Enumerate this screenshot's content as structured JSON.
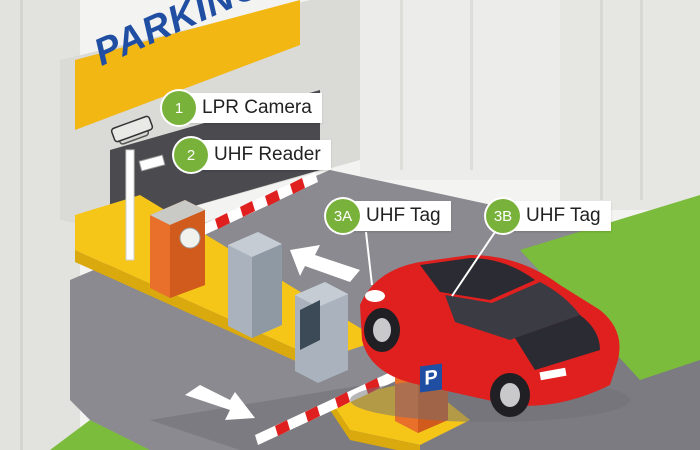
{
  "sign": {
    "text": "PARKING"
  },
  "pay_station": {
    "symbol": "P"
  },
  "callouts": [
    {
      "number": "1",
      "label": "LPR Camera"
    },
    {
      "number": "2",
      "label": "UHF Reader"
    },
    {
      "number": "3A",
      "label": "UHF Tag"
    },
    {
      "number": "3B",
      "label": "UHF Tag"
    }
  ],
  "colors": {
    "sign_yellow": "#f2b713",
    "sign_text_blue": "#1f4ea3",
    "callout_green": "#79b23b",
    "car_red": "#e0201e",
    "barrier_orange": "#e8702a",
    "curb_yellow": "#f5c518",
    "lawn_green": "#7cbc3c",
    "road_gray": "#8a8a90"
  }
}
